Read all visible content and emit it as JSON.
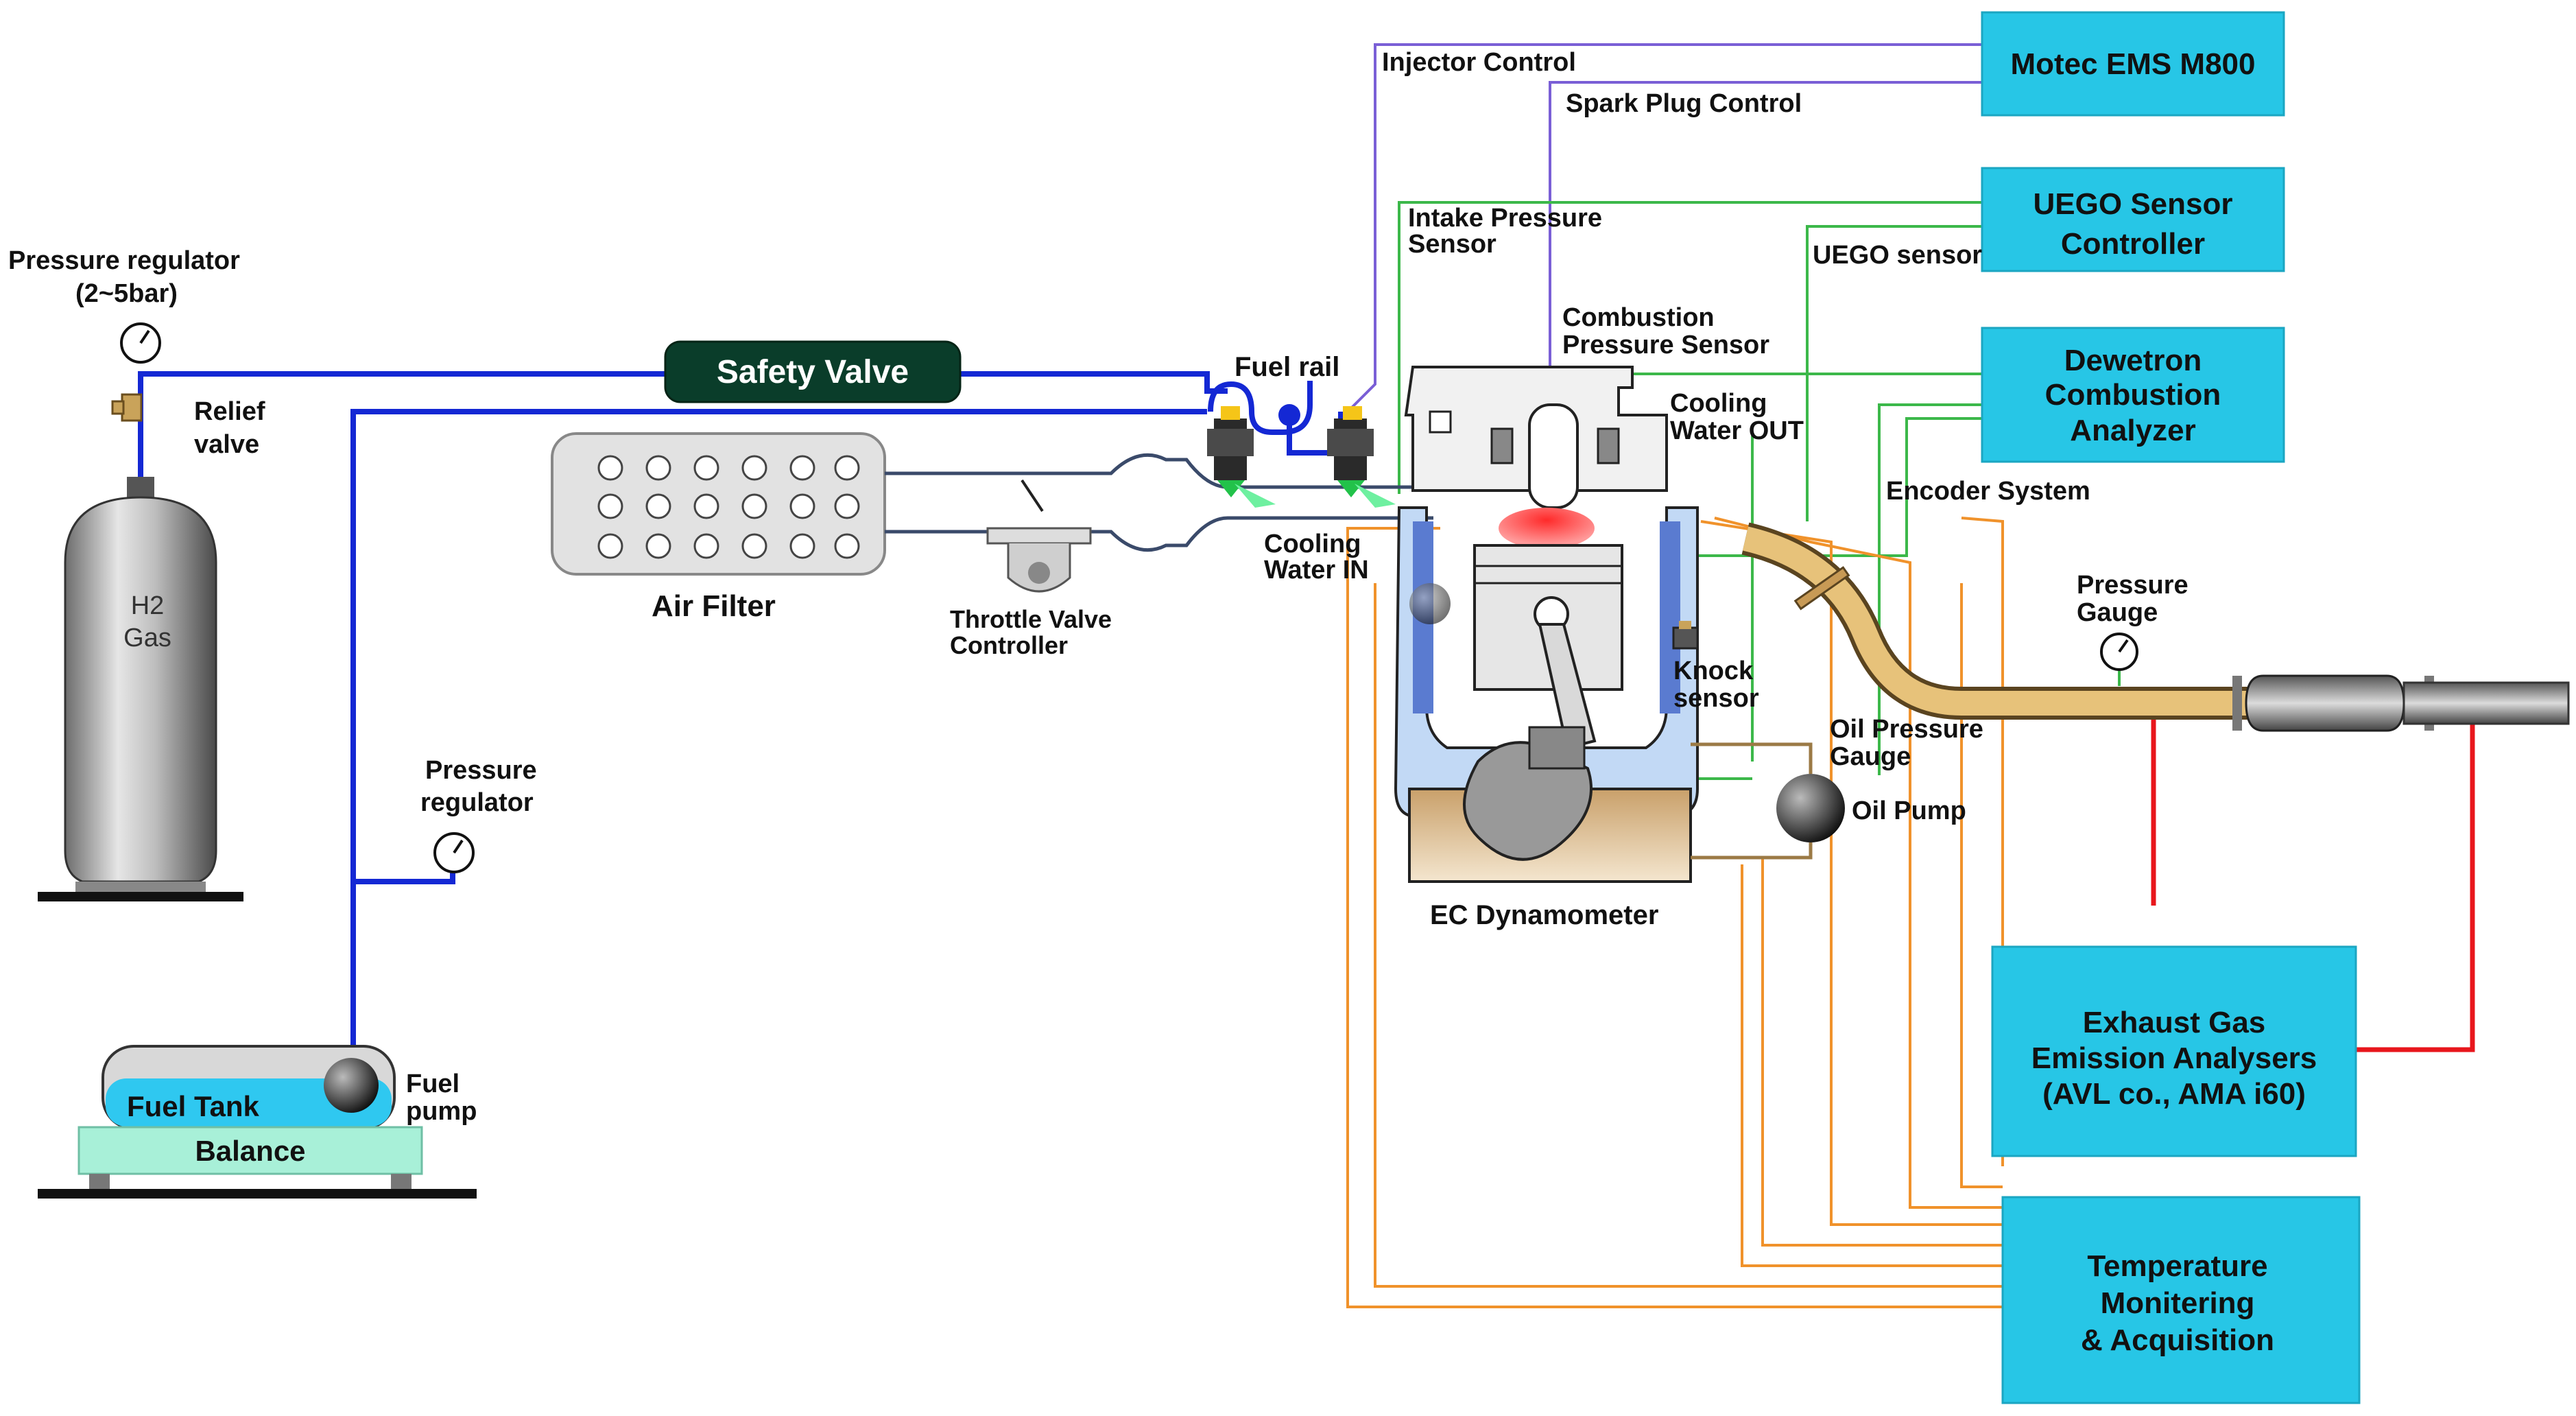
{
  "colors": {
    "box_fill": "#27c6e6",
    "fuel_line": "#1428d4",
    "control_line": "#7a5fd6",
    "sensor_line": "#3cb84a",
    "temp_line": "#f0922b",
    "exhaust_line": "#e8161c",
    "safety_valve": "#0a3d2a",
    "exhaust_pipe": "#c89a55",
    "balance": "#a8f0d8"
  },
  "boxes": {
    "motec": [
      "Motec EMS M800"
    ],
    "uego_ctrl": [
      "UEGO Sensor",
      "Controller"
    ],
    "dewetron": [
      "Dewetron",
      "Combustion",
      "Analyzer"
    ],
    "exhaust_analyser": [
      "Exhaust Gas",
      "Emission Analysers",
      "(AVL co., AMA i60)"
    ],
    "temperature": [
      "Temperature",
      "Monitering",
      "& Acquisition"
    ]
  },
  "labels": {
    "injector_control": "Injector Control",
    "spark_plug_control": "Spark Plug Control",
    "intake_pressure_sensor": [
      "Intake Pressure",
      "Sensor"
    ],
    "uego_sensor": "UEGO sensor",
    "combustion_pressure_sensor": [
      "Combustion",
      "Pressure Sensor"
    ],
    "cooling_water_out": [
      "Cooling",
      "Water OUT"
    ],
    "cooling_water_in": [
      "Cooling",
      "Water IN"
    ],
    "encoder_system": "Encoder System",
    "pressure_gauge": [
      "Pressure",
      "Gauge"
    ],
    "knock_sensor": [
      "Knock",
      "sensor"
    ],
    "oil_pressure_gauge": [
      "Oil Pressure",
      "Gauge"
    ],
    "oil_pump": "Oil Pump",
    "ec_dynamometer": "EC Dynamometer",
    "fuel_rail": "Fuel  rail",
    "safety_valve": "Safety Valve",
    "air_filter": "Air Filter",
    "throttle_valve_controller": [
      "Throttle Valve",
      "Controller"
    ],
    "pressure_regulator_top": [
      "Pressure regulator",
      "(2~5bar)"
    ],
    "relief_valve": [
      "Relief",
      "valve"
    ],
    "h2_gas": [
      "H2",
      "Gas"
    ],
    "pressure_regulator_mid": [
      "Pressure",
      "regulator"
    ],
    "fuel_tank": "Fuel Tank",
    "fuel_pump": [
      "Fuel",
      "pump"
    ],
    "balance": "Balance"
  }
}
